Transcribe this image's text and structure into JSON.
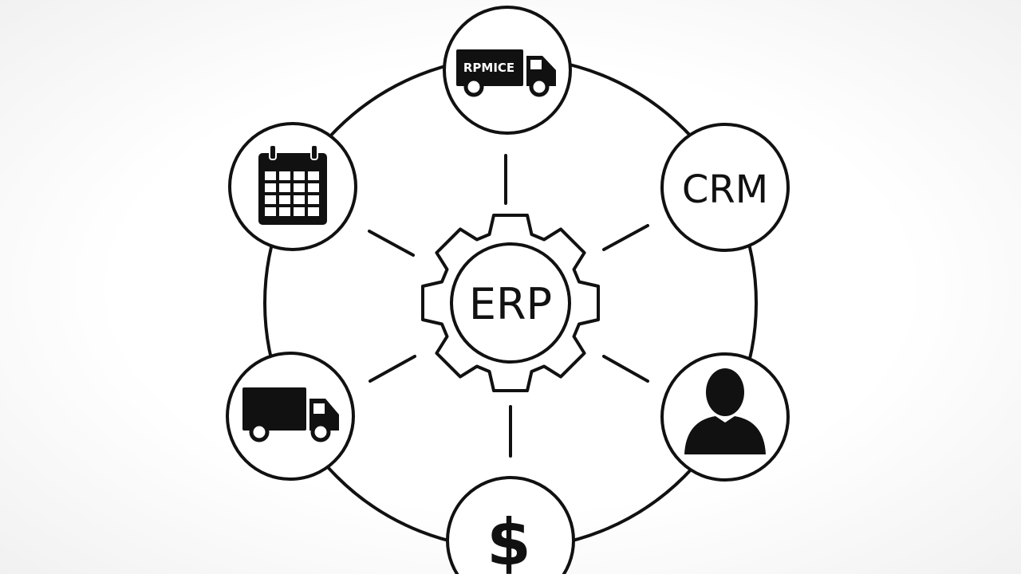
{
  "diagram": {
    "center": {
      "label": "ERP",
      "icon": "gear-icon"
    },
    "nodes": [
      {
        "id": "top",
        "icon": "delivery-truck-icon",
        "truck_text": "RPMICE"
      },
      {
        "id": "upper-right",
        "label": "CRM"
      },
      {
        "id": "lower-right",
        "icon": "user-icon"
      },
      {
        "id": "bottom",
        "label": "$",
        "icon": "dollar-icon"
      },
      {
        "id": "lower-left",
        "icon": "truck-icon"
      },
      {
        "id": "upper-left",
        "icon": "calendar-icon"
      }
    ],
    "colors": {
      "stroke": "#111111",
      "fill": "#ffffff",
      "background": "#ffffff"
    }
  }
}
